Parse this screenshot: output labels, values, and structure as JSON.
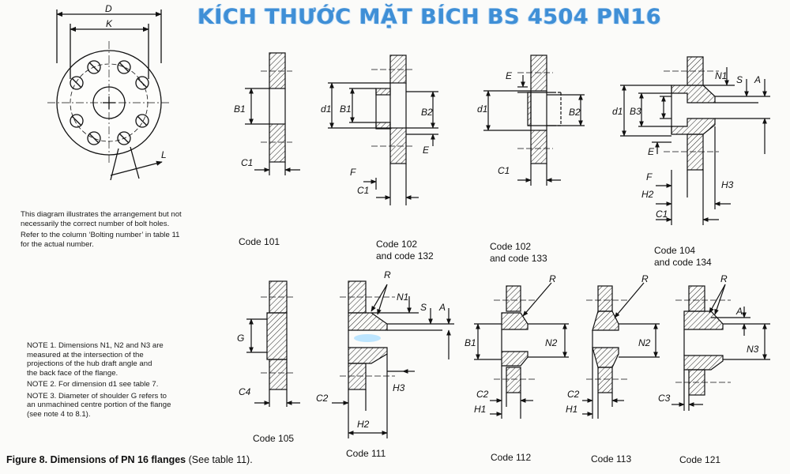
{
  "title": "KÍCH THƯỚC MẶT BÍCH BS 4504 PN16",
  "diagram_note": [
    "This diagram illustrates the arrangement but not",
    "necessarily the correct number of bolt holes.",
    "Refer to the column ‘Bolting number’ in table 11",
    "for the actual number."
  ],
  "notes": {
    "n1": [
      "NOTE 1. Dimensions N1, N2 and N3 are",
      "measured at the intersection of the",
      "projections of the hub draft angle and",
      "the back face of the flange."
    ],
    "n2": "NOTE 2. For dimension d1 see table 7.",
    "n3": [
      "NOTE 3. Diameter of shoulder G refers to",
      "an unmachined centre portion of the flange",
      "(see note 4 to 8.1)."
    ]
  },
  "figure_caption": {
    "bold": "Figure 8. Dimensions of PN 16 flanges",
    "normal": " (See table 11)."
  },
  "codes": {
    "c101": "Code 101",
    "c102a": [
      "Code 102",
      "and code 132"
    ],
    "c102b": [
      "Code 102",
      "and code 133"
    ],
    "c104": [
      "Code 104",
      "and code 134"
    ],
    "c105": "Code 105",
    "c111": "Code 111",
    "c112": "Code 112",
    "c113": "Code 113",
    "c121": "Code 121"
  },
  "dim_labels": {
    "D": "D",
    "K": "K",
    "L": "L",
    "B": "B",
    "C": "C",
    "d": "d",
    "E": "E",
    "F": "F",
    "S": "S",
    "A": "A",
    "N": "N",
    "H": "H",
    "G": "G",
    "R": "R",
    "s1": "1",
    "s2": "2",
    "s3": "3",
    "s4": "4"
  }
}
